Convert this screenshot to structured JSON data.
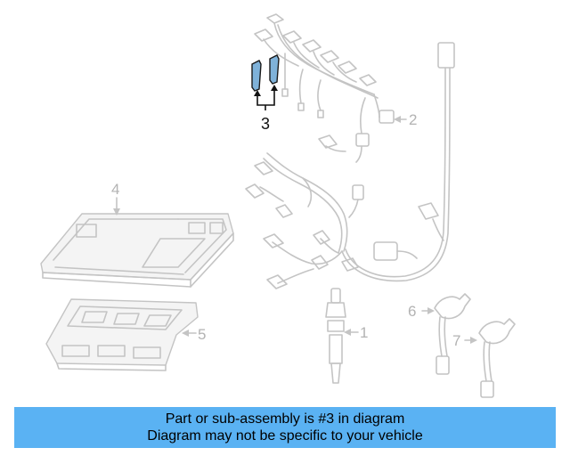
{
  "callouts": {
    "c1": "1",
    "c2": "2",
    "c3": "3",
    "c4": "4",
    "c5": "5",
    "c6": "6",
    "c7": "7"
  },
  "highlighted_part": "3",
  "colors": {
    "highlight": "#7fb2d9",
    "ghost_lines": "#c4c4c4",
    "banner": "#5ab2f3"
  },
  "banner": {
    "line1": "Part or sub-assembly is #3 in diagram",
    "line2": "Diagram may not be specific to your vehicle"
  }
}
